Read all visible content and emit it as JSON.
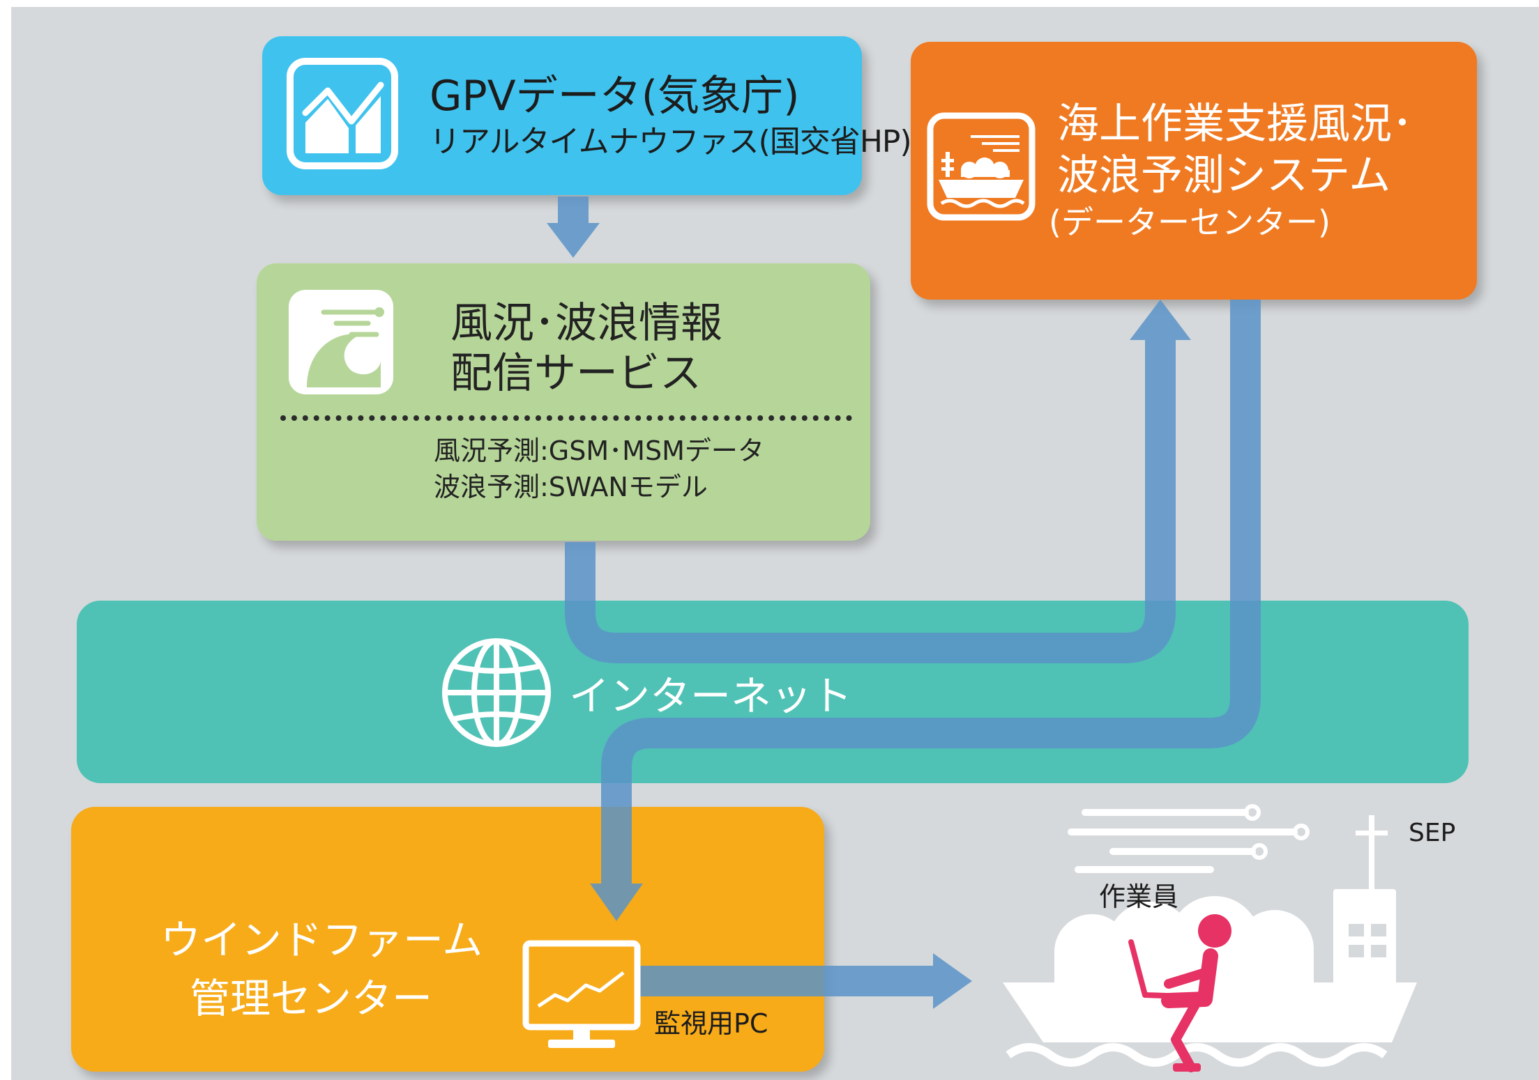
{
  "gpv": {
    "title": "GPVデータ(気象庁)",
    "subtitle": "リアルタイムナウファス(国交省HP)",
    "icon": "line-chart-icon",
    "color": "#3fc3ee"
  },
  "datacenter": {
    "line1": "海上作業支援風況･",
    "line2": "波浪予測システム",
    "line3": "(データーセンター)",
    "icon": "ship-icon",
    "color": "#f07a22"
  },
  "wind_service": {
    "line1": "風況･波浪情報",
    "line2": "配信サービス",
    "detail1": "風況予測:GSM･MSMデータ",
    "detail2": "波浪予測:SWANモデル",
    "icon": "wave-icon",
    "color": "#b6d699"
  },
  "internet": {
    "label": "インターネット",
    "icon": "globe-icon",
    "color": "#4fc2b5"
  },
  "center": {
    "line1": "ウインドファーム",
    "line2": "管理センター",
    "color": "#f7ab19"
  },
  "monitor": {
    "label": "監視用PC",
    "icon": "monitor-icon"
  },
  "vessel": {
    "worker_label": "作業員",
    "sep_label": "SEP",
    "icons": [
      "sep-vessel-icon",
      "worker-icon",
      "wind-lines-icon"
    ]
  },
  "colors": {
    "arrow": "#5b93c8",
    "background": "#d6d9db",
    "worker": "#e63264"
  }
}
